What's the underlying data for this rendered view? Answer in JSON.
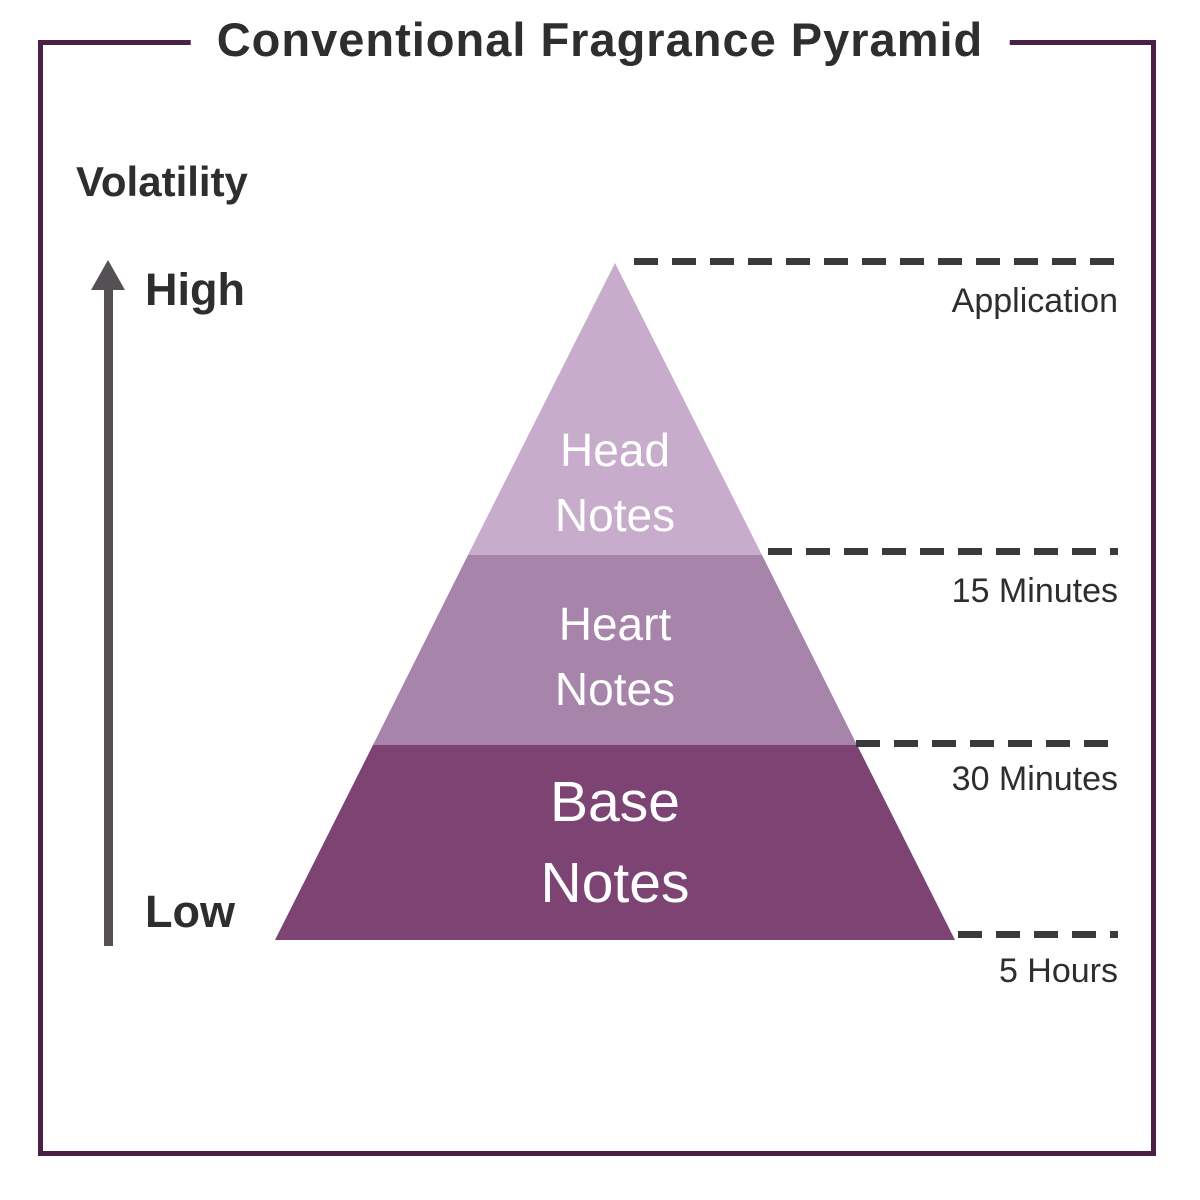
{
  "title": "Conventional Fragrance Pyramid",
  "axis": {
    "label": "Volatility",
    "high": "High",
    "low": "Low"
  },
  "pyramid": {
    "sections": [
      {
        "name": "head",
        "line1": "Head",
        "line2": "Notes",
        "color": "#c8accc"
      },
      {
        "name": "heart",
        "line1": "Heart",
        "line2": "Notes",
        "color": "#a784a9"
      },
      {
        "name": "base",
        "line1": "Base",
        "line2": "Notes",
        "color": "#7c4373"
      }
    ]
  },
  "markers": [
    {
      "label": "Application"
    },
    {
      "label": "15 Minutes"
    },
    {
      "label": "30 Minutes"
    },
    {
      "label": "5 Hours"
    }
  ],
  "colors": {
    "frame": "#4a2144",
    "text": "#2e2e2e",
    "arrow": "#545054",
    "dash": "#3a3a3a"
  }
}
